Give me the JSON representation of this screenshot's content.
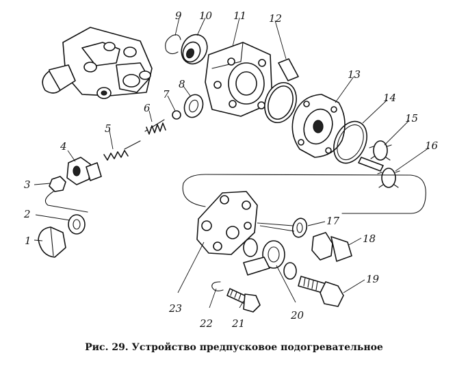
{
  "caption": "Рис. 29. Устройство предпусковое подогревательное",
  "callouts": [
    "1",
    "2",
    "3",
    "4",
    "5",
    "6",
    "7",
    "8",
    "9",
    "10",
    "11",
    "12",
    "13",
    "14",
    "15",
    "16",
    "17",
    "18",
    "19",
    "20",
    "21",
    "22",
    "23"
  ]
}
